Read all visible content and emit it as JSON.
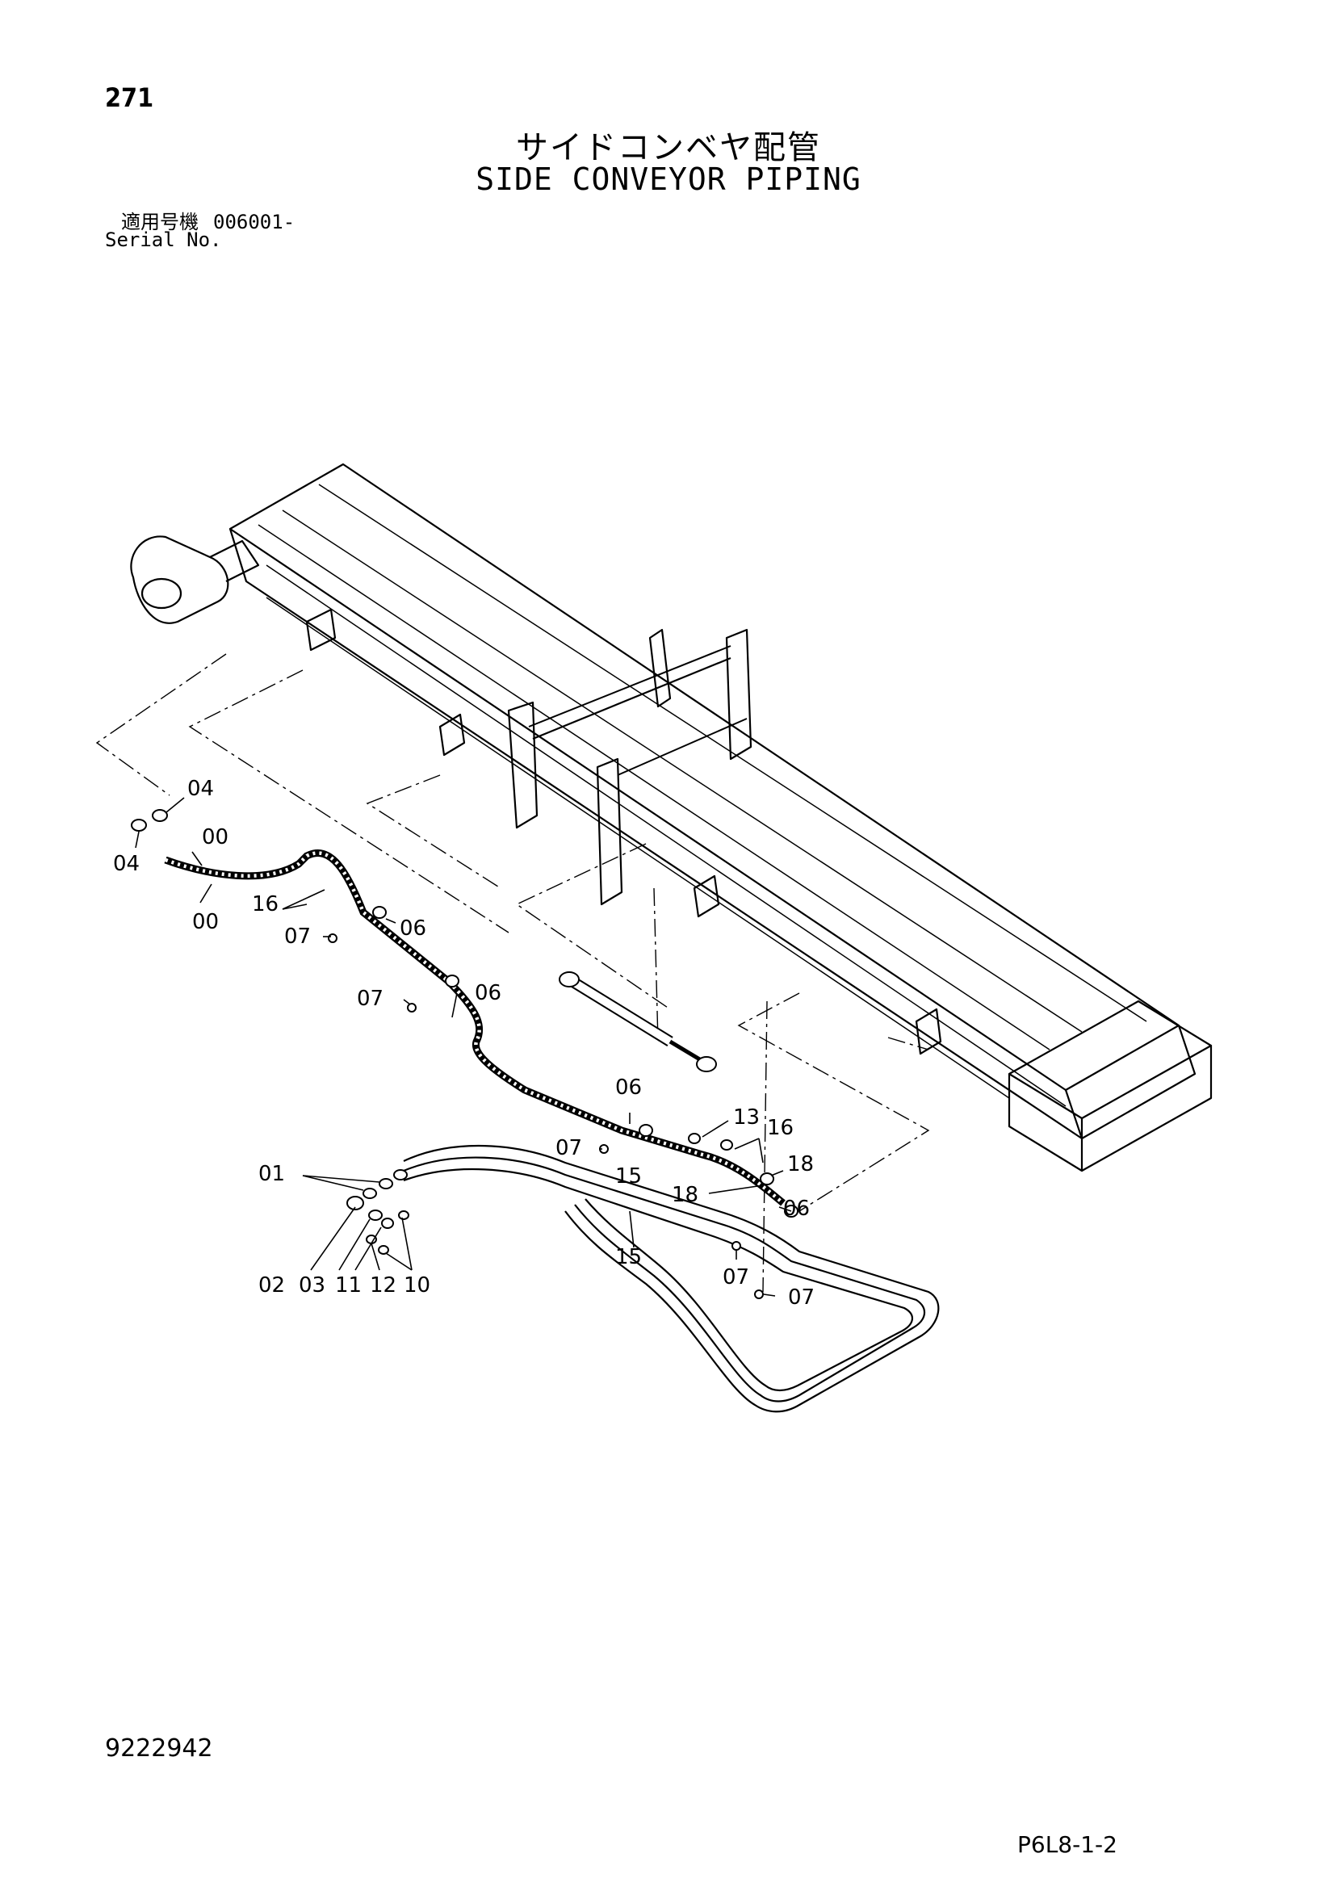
{
  "header": {
    "page_number": "271",
    "title_jp": "サイドコンベヤ配管",
    "title_en": "SIDE CONVEYOR PIPING",
    "serial_label_jp": "適用号機",
    "serial_value": "006001-",
    "serial_label_en": "Serial No."
  },
  "callouts": [
    {
      "id": "c04a",
      "label": "04"
    },
    {
      "id": "c04b",
      "label": "04"
    },
    {
      "id": "c00a",
      "label": "00"
    },
    {
      "id": "c00b",
      "label": "00"
    },
    {
      "id": "c16a",
      "label": "16"
    },
    {
      "id": "c06a",
      "label": "06"
    },
    {
      "id": "c07a",
      "label": "07"
    },
    {
      "id": "c07b",
      "label": "07"
    },
    {
      "id": "c06b",
      "label": "06"
    },
    {
      "id": "c06c",
      "label": "06"
    },
    {
      "id": "c07c",
      "label": "07"
    },
    {
      "id": "c13",
      "label": "13"
    },
    {
      "id": "c16b",
      "label": "16"
    },
    {
      "id": "c01",
      "label": "01"
    },
    {
      "id": "c15a",
      "label": "15"
    },
    {
      "id": "c18a",
      "label": "18"
    },
    {
      "id": "c18b",
      "label": "18"
    },
    {
      "id": "c06d",
      "label": "06"
    },
    {
      "id": "c15b",
      "label": "15"
    },
    {
      "id": "c07d",
      "label": "07"
    },
    {
      "id": "c07e",
      "label": "07"
    },
    {
      "id": "c02",
      "label": "02"
    },
    {
      "id": "c03",
      "label": "03"
    },
    {
      "id": "c11",
      "label": "11"
    },
    {
      "id": "c12",
      "label": "12"
    },
    {
      "id": "c10",
      "label": "10"
    }
  ],
  "footer": {
    "doc_number": "9222942",
    "page_code": "P6L8-1-2"
  }
}
